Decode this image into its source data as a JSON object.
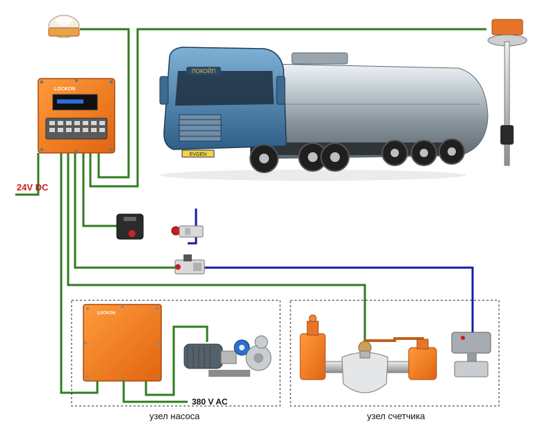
{
  "labels": {
    "power_dc": "24V DC",
    "power_ac": "380 V AC",
    "pump_node": "узел насоса",
    "meter_node": "узел счетчика",
    "truck_sign": "ПОКОЙП",
    "truck_plate": "EVGEN",
    "controller_brand": "LOCKON",
    "pump_box_brand": "LOCKON"
  },
  "colors": {
    "wire_green": "#2e7d1f",
    "wire_blue": "#1a1aa8",
    "enclosure_orange": "#f07a1e",
    "truck_cab_blue": "#4a7fae",
    "tank_silver": "#b9c4cc",
    "power_label_red": "#d41a1a"
  },
  "devices": {
    "gps": "gps-receiver",
    "controller": "controller-keypad-display",
    "level_sensor": "tank-level-sensor",
    "emergency_box": "emergency-stop-box",
    "valve_top": "pneumatic-valve",
    "valve_mid": "pneumatic-valve",
    "motor_pump": "electric-motor-pump",
    "flow_meter": "mass-flow-meter",
    "actuated_valve": "actuated-ball-valve"
  }
}
